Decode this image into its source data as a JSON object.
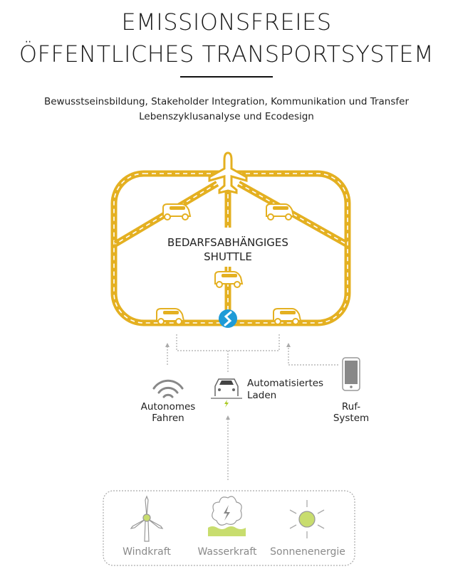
{
  "title": {
    "line1": "EMISSIONSFREIES",
    "line2": "ÖFFENTLICHES TRANSPORTSYSTEM"
  },
  "subtitle": {
    "line1": "Bewusstseinsbildung, Stakeholder Integration, Kommunikation und Transfer",
    "line2": "Lebenszyklusanalyse und Ecodesign"
  },
  "center": {
    "line1": "BEDARFSABHÄNGIGES",
    "line2": "SHUTTLE"
  },
  "inputs": {
    "autonomous": {
      "line1": "Autonomes",
      "line2": "Fahren"
    },
    "charging": {
      "line1": "Automatisiertes",
      "line2": "Laden"
    },
    "call": {
      "line1": "Ruf-",
      "line2": "System"
    }
  },
  "energy": [
    {
      "label": "Windkraft"
    },
    {
      "label": "Wasserkraft"
    },
    {
      "label": "Sonnenenergie"
    }
  ],
  "colors": {
    "road": "#E4B021",
    "logo": "#1E9BD7",
    "green": "#C8DD6E",
    "grey": "#8a8a8a"
  }
}
